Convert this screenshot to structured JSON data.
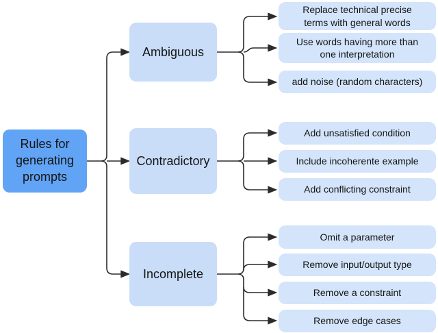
{
  "diagram": {
    "root": {
      "label": "Rules for\ngenerating\nprompts"
    },
    "categories": [
      {
        "label": "Ambiguous",
        "children": [
          {
            "label": "Replace technical precise terms with general words"
          },
          {
            "label": "Use words having more than one interpretation"
          },
          {
            "label": "add noise (random characters)"
          }
        ]
      },
      {
        "label": "Contradictory",
        "children": [
          {
            "label": "Add unsatisfied condition"
          },
          {
            "label": "Include incoherente example"
          },
          {
            "label": "Add conflicting constraint"
          }
        ]
      },
      {
        "label": "Incomplete",
        "children": [
          {
            "label": "Omit a parameter"
          },
          {
            "label": "Remove input/output type"
          },
          {
            "label": "Remove a constraint"
          },
          {
            "label": "Remove edge cases"
          }
        ]
      }
    ]
  },
  "colors": {
    "root_node_fill": "#61A3F4",
    "category_node_fill": "#C9DDF9",
    "leaf_node_fill": "#D3E4FB",
    "connector_color": "#2b2b2b",
    "background": "#FFFFFF",
    "text": "#141414"
  }
}
